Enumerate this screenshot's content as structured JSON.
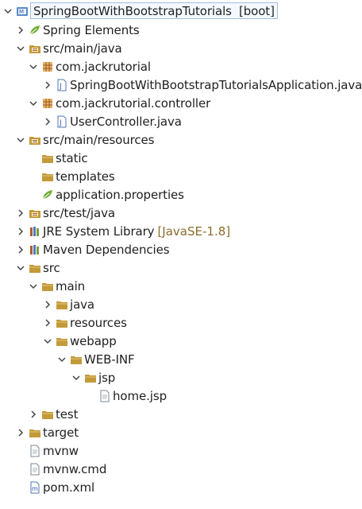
{
  "colors": {
    "text": "#1f1f1f",
    "decoration": "#8b6b2b",
    "folder": "#c39a3a",
    "package": "#9c5a1d",
    "spring": "#6fad35"
  },
  "tree": {
    "root": {
      "label": "SpringBootWithBootstrapTutorials",
      "decoration": "[boot]",
      "icon": "project-icon"
    },
    "items": [
      {
        "label": "Spring Elements",
        "icon": "spring-icon"
      },
      {
        "label": "src/main/java",
        "icon": "source-folder-icon"
      },
      {
        "label": "com.jackrutorial",
        "icon": "package-icon"
      },
      {
        "label": "SpringBootWithBootstrapTutorialsApplication.java",
        "icon": "java-file-icon"
      },
      {
        "label": "com.jackrutorial.controller",
        "icon": "package-icon"
      },
      {
        "label": "UserController.java",
        "icon": "java-file-icon"
      },
      {
        "label": "src/main/resources",
        "icon": "source-folder-icon"
      },
      {
        "label": "static",
        "icon": "folder-icon"
      },
      {
        "label": "templates",
        "icon": "folder-icon"
      },
      {
        "label": "application.properties",
        "icon": "properties-file-icon"
      },
      {
        "label": "src/test/java",
        "icon": "source-folder-icon"
      },
      {
        "label": "JRE System Library",
        "decoration": "[JavaSE-1.8]",
        "icon": "library-icon"
      },
      {
        "label": "Maven Dependencies",
        "icon": "library-icon"
      },
      {
        "label": "src",
        "icon": "folder-icon"
      },
      {
        "label": "main",
        "icon": "folder-icon"
      },
      {
        "label": "java",
        "icon": "folder-icon"
      },
      {
        "label": "resources",
        "icon": "folder-icon"
      },
      {
        "label": "webapp",
        "icon": "folder-icon"
      },
      {
        "label": "WEB-INF",
        "icon": "folder-icon"
      },
      {
        "label": "jsp",
        "icon": "folder-icon"
      },
      {
        "label": "home.jsp",
        "icon": "file-icon"
      },
      {
        "label": "test",
        "icon": "folder-icon"
      },
      {
        "label": "target",
        "icon": "folder-icon"
      },
      {
        "label": "mvnw",
        "icon": "file-icon"
      },
      {
        "label": "mvnw.cmd",
        "icon": "file-icon"
      },
      {
        "label": "pom.xml",
        "icon": "maven-file-icon"
      }
    ]
  }
}
